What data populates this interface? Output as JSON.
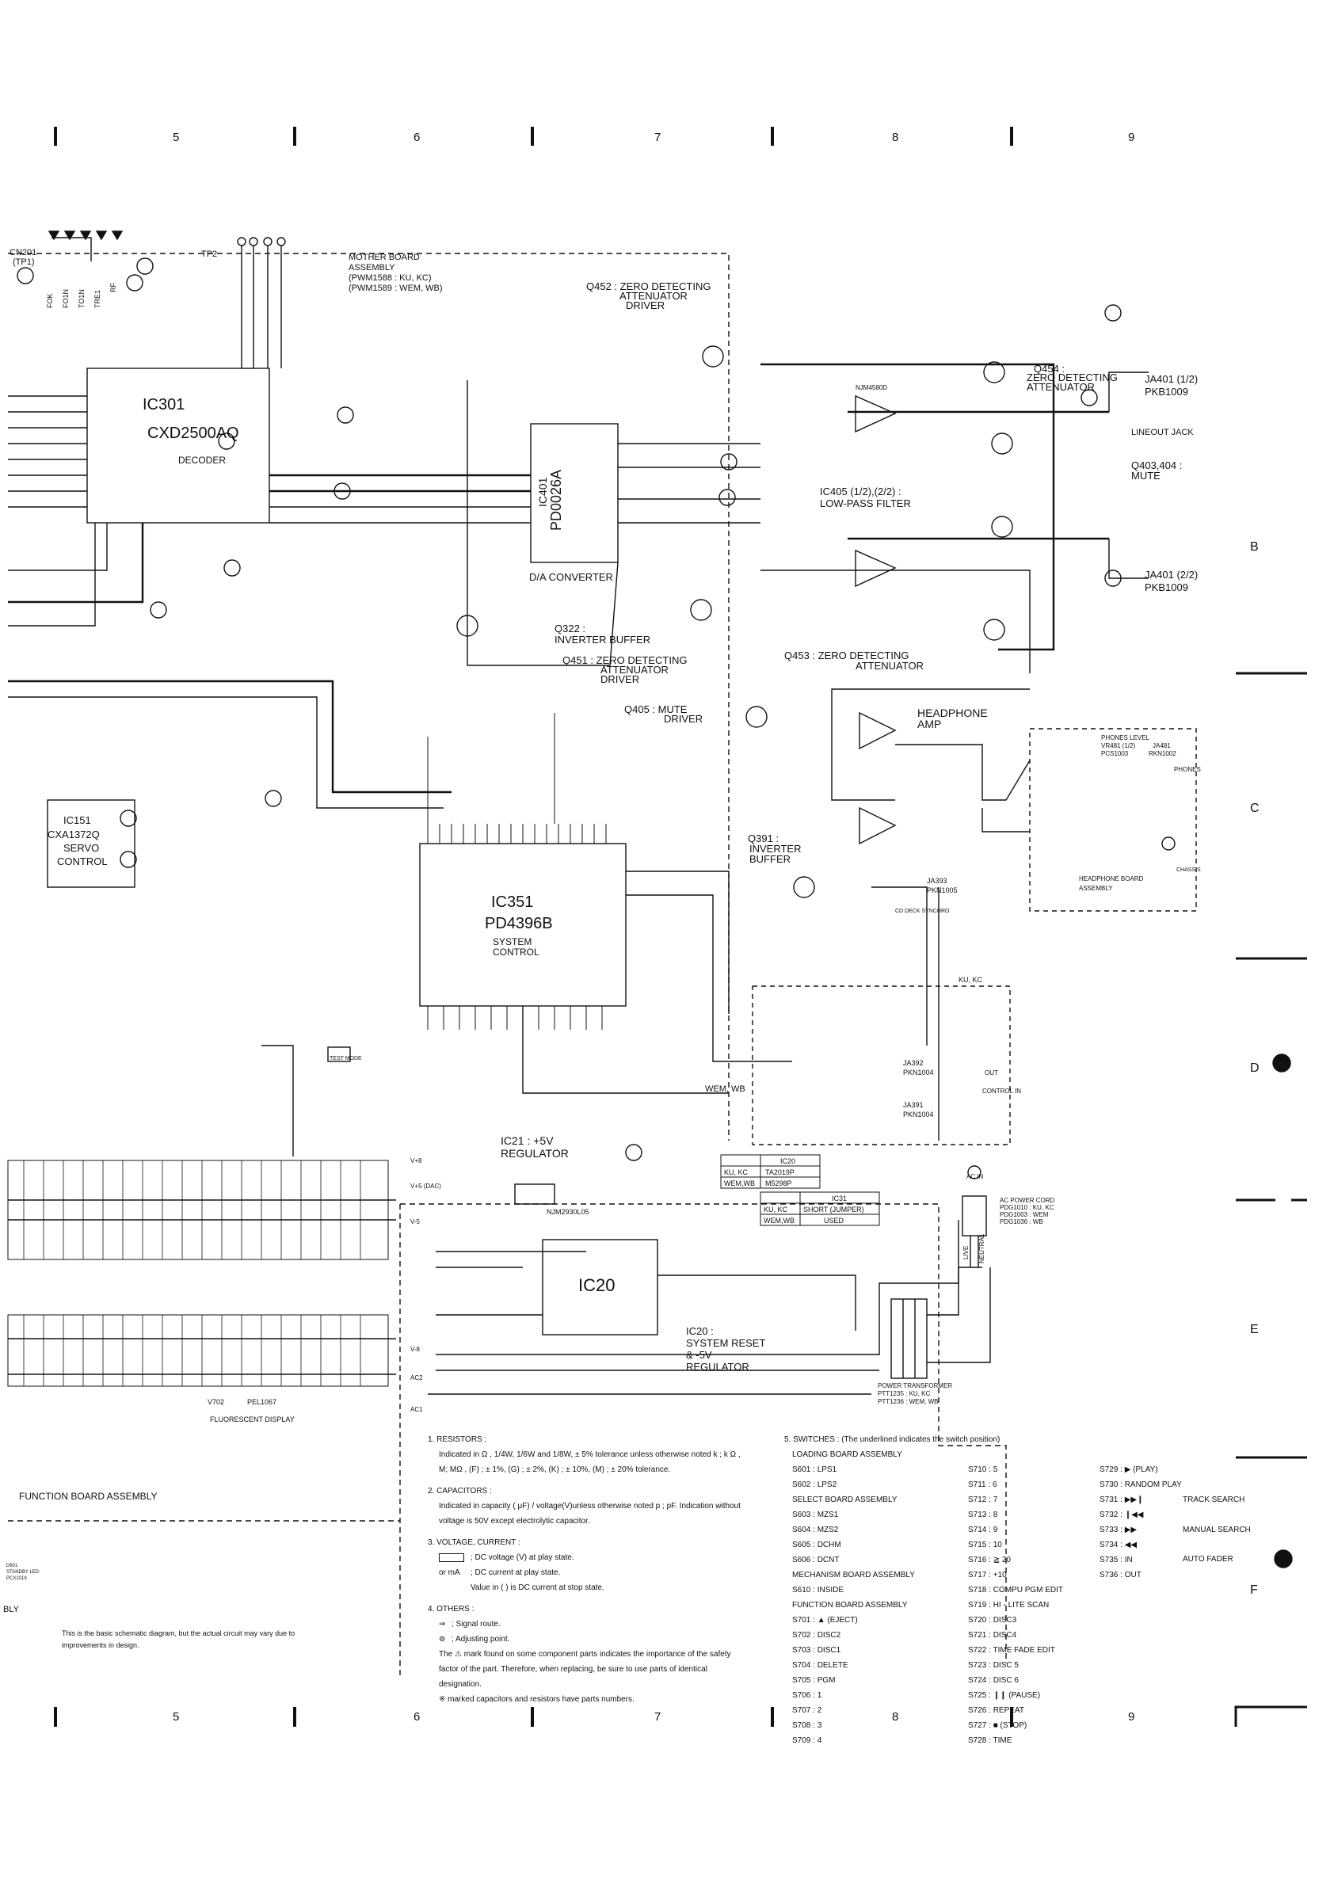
{
  "column_numbers": [
    "5",
    "6",
    "7",
    "8",
    "9"
  ],
  "row_letters": [
    "B",
    "C",
    "D",
    "E",
    "F"
  ],
  "board_header": {
    "title": "MOTHER BOARD",
    "title2": "ASSEMBLY",
    "v1": "(PWM1588 : KU, KC)",
    "v2": "(PWM1589 : WEM, WB)"
  },
  "connector": {
    "ref": "CN201",
    "tp": "(TP1)",
    "pins": [
      "FOK",
      "FO1N",
      "TO1N",
      "TRE1",
      "RF"
    ]
  },
  "tp2": "TP2",
  "ic301": {
    "ref": "IC301",
    "part": "CXD2500AQ",
    "func": "DECODER"
  },
  "ic401": {
    "ref": "IC401",
    "part": "PD0026A",
    "func": "D/A CONVERTER"
  },
  "ic351": {
    "ref": "IC351",
    "part": "PD4396B",
    "func1": "SYSTEM",
    "func2": "CONTROL"
  },
  "ic151": {
    "ref": "IC151",
    "part": "CXA1372Q",
    "func1": "SERVO",
    "func2": "CONTROL"
  },
  "ic405": {
    "ref1": "IC405 (1/2),(2/2) :",
    "func": "LOW-PASS FILTER",
    "part": "NJM4580D"
  },
  "ic20": {
    "ref": "IC20",
    "func1": "IC20 :",
    "func2": "SYSTEM RESET",
    "func3": "& -5V",
    "func4": "REGULATOR"
  },
  "ic21": {
    "ref": "IC21 : +5V",
    "func": "REGULATOR",
    "part": "NJM2930L05"
  },
  "transistor_labels": [
    {
      "id": "q452",
      "l1": "Q452 : ZERO DETECTING",
      "l2": "ATTENUATOR",
      "l3": "DRIVER"
    },
    {
      "id": "q454",
      "l1": "Q454 :",
      "l2": "ZERO DETECTING",
      "l3": "ATTENUATOR"
    },
    {
      "id": "q322",
      "l1": "Q322 :",
      "l2": "INVERTER BUFFER",
      "l3": ""
    },
    {
      "id": "q451",
      "l1": "Q451 : ZERO DETECTING",
      "l2": "ATTENUATOR",
      "l3": "DRIVER"
    },
    {
      "id": "q453",
      "l1": "Q453 : ZERO DETECTING",
      "l2": "ATTENUATOR",
      "l3": ""
    },
    {
      "id": "q405",
      "l1": "Q405 : MUTE",
      "l2": "DRIVER",
      "l3": ""
    },
    {
      "id": "q391",
      "l1": "Q391 :",
      "l2": "INVERTER",
      "l3": "BUFFER"
    },
    {
      "id": "q403",
      "l1": "Q403,404 :",
      "l2": "MUTE",
      "l3": ""
    }
  ],
  "jacks": [
    {
      "id": "ja401a",
      "l1": "JA401 (1/2)",
      "l2": "PKB1009",
      "l3": "LINEOUT JACK"
    },
    {
      "id": "ja401b",
      "l1": "JA401 (2/2)",
      "l2": "PKB1009",
      "l3": ""
    },
    {
      "id": "ja393",
      "l1": "JA393",
      "l2": "PKN1005",
      "l3": "CD DECK SYNCHRO"
    },
    {
      "id": "ja392",
      "l1": "JA392",
      "l2": "PKN1004",
      "l3": "OUT"
    },
    {
      "id": "ja391",
      "l1": "JA391",
      "l2": "PKN1004",
      "l3": "CONTROL IN"
    }
  ],
  "headphone": {
    "amp": "HEADPHONE",
    "amp2": "AMP",
    "board": "HEADPHONE BOARD",
    "board2": "ASSEMBLY",
    "phones": "PHONES",
    "level": "PHONES LEVEL",
    "vr": "VR481 (1/2)",
    "pcs": "PCS1003",
    "ja481": "JA481",
    "rkn": "RKN1002"
  },
  "region_labels": {
    "kukc": "KU, KC",
    "wemwb": "WEM, WB",
    "chassis": "CHASSIS",
    "test_mode": "TEST MODE"
  },
  "power": {
    "acin": "AC IN",
    "cord1": "AC POWER CORD",
    "cord2": "PDG1010 : KU, KC",
    "cord3": "PDG1003 : WEM",
    "cord4": "PDG1036 : WB",
    "live": "LIVE",
    "neutral": "NEUTRAL",
    "xfmr1": "POWER TRANSFORMER",
    "xfmr2": "PTT1235 : KU, KC",
    "xfmr3": "PTT1236 : WEM, WB",
    "v8": "V+8",
    "v5dac": "V+5 (DAC)",
    "vm5": "V-5",
    "vm8": "V-8",
    "ac2": "AC2",
    "ac1": "AC1"
  },
  "ic20_table": {
    "h": [
      "",
      "IC20"
    ],
    "r1": [
      "KU, KC",
      "TA2019P"
    ],
    "r2": [
      "WEM,WB",
      "M5298P"
    ]
  },
  "ic31_table": {
    "h": [
      "",
      "IC31"
    ],
    "r1": [
      "KU, KC",
      "SHORT (JUMPER)"
    ],
    "r2": [
      "WEM,WB",
      "USED"
    ]
  },
  "display": {
    "ref": "V702",
    "part": "PEL1067",
    "name": "FLUORESCENT DISPLAY"
  },
  "function_board": "FUNCTION BOARD ASSEMBLY",
  "standby": {
    "l1": "D601",
    "l2": "STANDBY LED",
    "l3": "PCX1019"
  },
  "bly": "BLY",
  "footnote1": "This is the basic schematic diagram, but the actual circuit may vary due to",
  "footnote2": "improvements in design.",
  "notes": {
    "n1": "1. RESISTORS :",
    "n1a": "Indicated in Ω , 1/4W, 1/6W and 1/8W, ± 5% tolerance unless otherwise noted k ; k Ω ,",
    "n1b": "M; MΩ , (F) ; ± 1%, (G) ; ± 2%, (K) ; ± 10%, (M) ; ± 20% tolerance.",
    "n2": "2. CAPACITORS :",
    "n2a": "Indicated in capacity ( μF) / voltage(V)unless otherwise noted p ; pF. Indication without",
    "n2b": "voltage is 50V except electrolytic capacitor.",
    "n3": "3. VOLTAGE, CURRENT :",
    "n3a": "; DC voltage (V) at play state.",
    "n3b": "; DC current at play state.",
    "n3b_sym": "or mA",
    "n3c": "Value in ( ) is DC current at stop state.",
    "n4": "4. OTHERS :",
    "n4a": "; Signal route.",
    "n4b": "; Adjusting point.",
    "n4c": "The ⚠ mark found on some component parts indicates the importance of the safety",
    "n4d": "factor of the part. Therefore, when replacing, be sure to use parts of identical",
    "n4e": "designation.",
    "n4f": "※ marked capacitors and resistors have parts numbers."
  },
  "switches": {
    "title": "5. SWITCHES : (The underlined indicates the switch position)",
    "col1": [
      "LOADING BOARD ASSEMBLY",
      "S601 : LPS1",
      "S602 : LPS2",
      "SELECT BOARD ASSEMBLY",
      "S603 : MZS1",
      "S604 : MZS2",
      "S605 : DCHM",
      "S606 : DCNT",
      "MECHANISM BOARD ASSEMBLY",
      "S610 : INSIDE",
      "FUNCTION BOARD ASSEMBLY",
      "S701 : ▲ (EJECT)",
      "S702 : DISC2",
      "S703 : DISC1",
      "S704 : DELETE",
      "S705 : PGM",
      "S706 : 1",
      "S707 : 2",
      "S708 : 3",
      "S709 : 4"
    ],
    "col2": [
      "",
      "S710 : 5",
      "S711 : 6",
      "S712 : 7",
      "S713 : 8",
      "S714 : 9",
      "S715 : 10",
      "S716 : ≧ 20",
      "S717 : +10",
      "S718 : COMPU PGM EDIT",
      "S719 : HI - LITE SCAN",
      "S720 : DISC3",
      "S721 : DISC4",
      "S722 : TIME FADE EDIT",
      "S723 : DISC 5",
      "S724 : DISC 6",
      "S725 : ❙❙ (PAUSE)",
      "S726 : REPEAT",
      "S727 : ■ (STOP)",
      "S728 : TIME"
    ],
    "col3": [
      "S729 : ▶ (PLAY)",
      "S730 : RANDOM PLAY",
      "S731 : ▶▶❙",
      "S732 : ❙◀◀",
      "S733 : ▶▶",
      "S734 : ◀◀",
      "S735 : IN",
      "S736 : OUT"
    ],
    "track_search": "TRACK SEARCH",
    "manual_search": "MANUAL SEARCH",
    "auto_fader": "AUTO FADER"
  }
}
